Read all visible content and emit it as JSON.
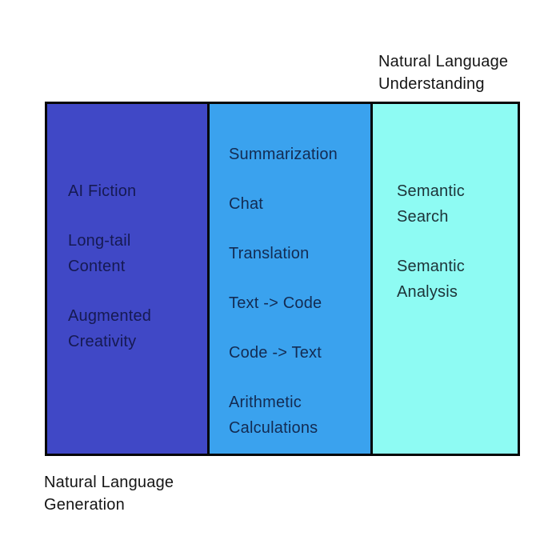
{
  "diagram": {
    "border_color": "#060606",
    "canvas_background": "#ffffff"
  },
  "labels": {
    "top_right": {
      "full_text": "Natural Language Understanding",
      "lines": [
        "Natural Language",
        "Understanding"
      ]
    },
    "bottom_left": {
      "full_text": "Natural Language Generation",
      "lines": [
        "Natural Language",
        "Generation"
      ]
    }
  },
  "columns": {
    "generation": {
      "fill": "#4048C6",
      "text_color": "#161A52",
      "items": [
        "AI Fiction",
        "Long-tail Content",
        "Augmented Creativity"
      ]
    },
    "middle": {
      "fill": "#3AA2EE",
      "text_color": "#132B52",
      "items": [
        "Summarization",
        "Chat",
        "Translation",
        "Text -> Code",
        "Code -> Text",
        "Arithmetic Calculations"
      ]
    },
    "understanding": {
      "fill": "#8EFBF3",
      "text_color": "#1D3338",
      "items": [
        "Semantic Search",
        "Semantic Analysis"
      ]
    }
  }
}
